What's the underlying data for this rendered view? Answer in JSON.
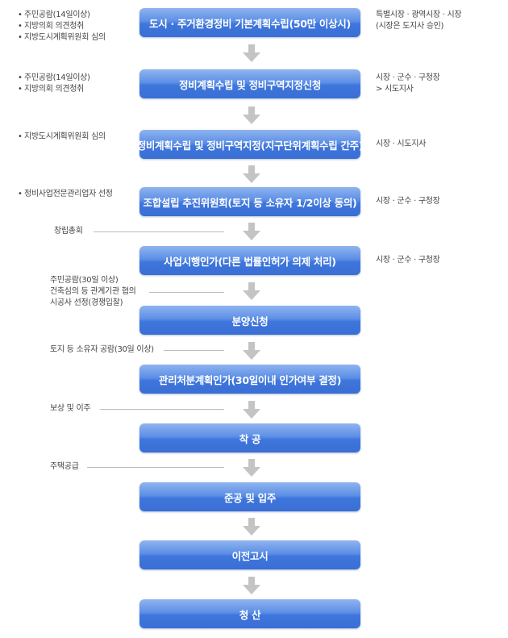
{
  "steps": [
    "도시 · 주거환경정비 기본계획수립(50만 이상시)",
    "정비계획수립 및 정비구역지정신청",
    "정비계획수립 및 정비구역지정(지구단위계획수립 간주)",
    "조합설립 추진위원회(토지 등 소유자 1/2이상 동의)",
    "사업시행인가(다른 법률인허가 의제 처리)",
    "분양신청",
    "관리처분계획인가(30일이내 인가여부 결정)",
    "착 공",
    "준공 및 입주",
    "이전고시",
    "청 산"
  ],
  "left_notes": {
    "step1": [
      "주민공람(14일이상)",
      "지방의회 의견청취",
      "지방도시계획위원회 심의"
    ],
    "step2": [
      "주민공람(14일이상)",
      "지방의회 의견청취"
    ],
    "step3": [
      "지방도시계획위원회 심의"
    ],
    "step4": [
      "정비사업전문관리업자 선정"
    ]
  },
  "right_notes": {
    "step1": [
      "특별시장 · 광역시장 · 시장",
      "(시장은 도지사 승인)"
    ],
    "step2": [
      "시장 · 군수 · 구청장",
      "> 시도지사"
    ],
    "step3": [
      "시장 · 시도지사"
    ],
    "step4": [
      "시장 · 군수 · 구청장"
    ],
    "step5": [
      "시장 · 군수 · 구청장"
    ]
  },
  "mid_notes": {
    "founding": "창립총회",
    "pre_sale": [
      "주민공람(30일 이상)",
      "건축심의 등 관계기관 협의",
      "시공사 선정(경쟁입찰)"
    ],
    "owner_review": "토지 등 소유자 공람(30일 이상)",
    "compensation": "보상 및 이주",
    "housing": "주택공급"
  },
  "colors": {
    "step_top": "#8fb4ef",
    "step_bottom": "#3a6fd4",
    "arrow": "#c4c4c4"
  },
  "icons": {
    "arrow": "down-arrow-icon"
  }
}
